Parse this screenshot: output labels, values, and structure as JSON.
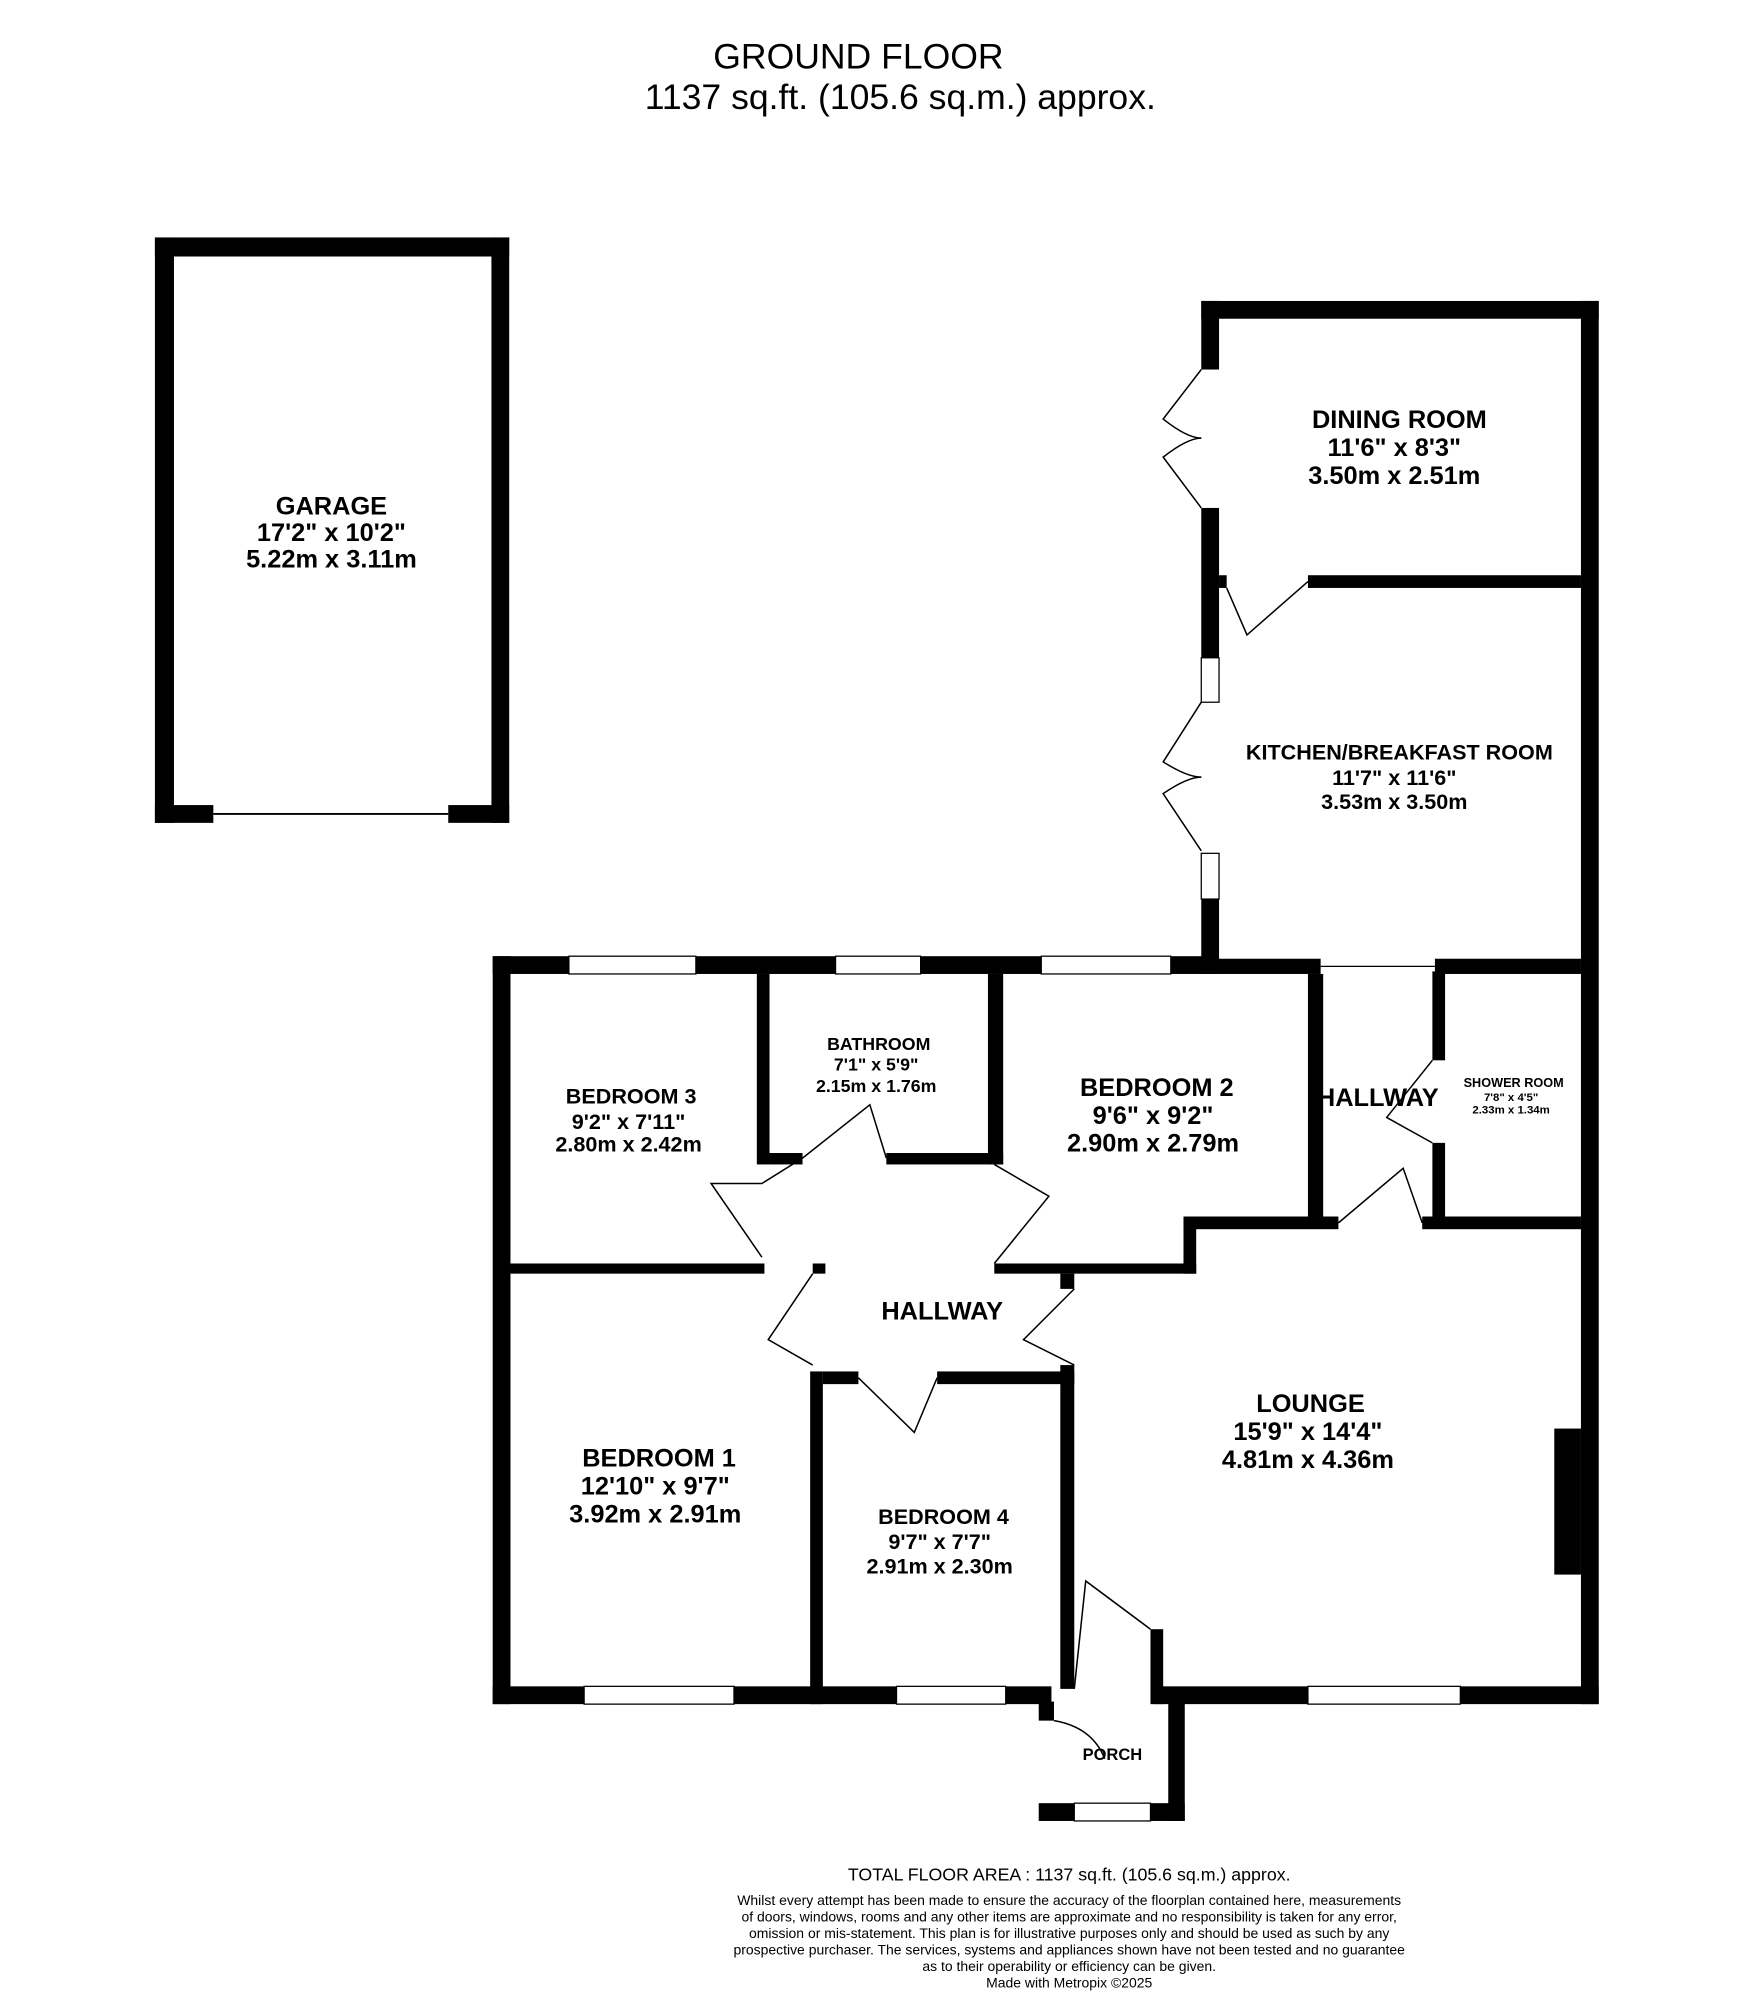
{
  "header": {
    "title": "GROUND FLOOR",
    "area": "1137 sq.ft. (105.6 sq.m.) approx."
  },
  "rooms": {
    "garage": {
      "name": "GARAGE",
      "imperial": "17'2\"  x 10'2\"",
      "metric": "5.22m  x 3.11m"
    },
    "dining": {
      "name": "DINING ROOM",
      "imperial": "11'6\"  x 8'3\"",
      "metric": "3.50m  x 2.51m"
    },
    "kitchen": {
      "name": "KITCHEN/BREAKFAST ROOM",
      "imperial": "11'7\"  x 11'6\"",
      "metric": "3.53m  x 3.50m"
    },
    "bathroom": {
      "name": "BATHROOM",
      "imperial": "7'1\"  x 5'9\"",
      "metric": "2.15m  x 1.76m"
    },
    "bedroom3": {
      "name": "BEDROOM 3",
      "imperial": "9'2\"  x 7'11\"",
      "metric": "2.80m  x 2.42m"
    },
    "bedroom2": {
      "name": "BEDROOM 2",
      "imperial": "9'6\"  x 9'2\"",
      "metric": "2.90m  x 2.79m"
    },
    "hallway_upper": {
      "name": "HALLWAY"
    },
    "shower": {
      "name": "SHOWER ROOM",
      "imperial": "7'8\"  x 4'5\"",
      "metric": "2.33m  x 1.34m"
    },
    "hallway": {
      "name": "HALLWAY"
    },
    "lounge": {
      "name": "LOUNGE",
      "imperial": "15'9\"  x 14'4\"",
      "metric": "4.81m  x 4.36m"
    },
    "bedroom1": {
      "name": "BEDROOM 1",
      "imperial": "12'10\"  x 9'7\"",
      "metric": "3.92m  x 2.91m"
    },
    "bedroom4": {
      "name": "BEDROOM 4",
      "imperial": "9'7\"  x 7'7\"",
      "metric": "2.91m  x 2.30m"
    },
    "porch": {
      "name": "PORCH"
    }
  },
  "footer": {
    "total": "TOTAL FLOOR AREA : 1137 sq.ft. (105.6 sq.m.) approx.",
    "disclaimer": [
      "Whilst every attempt has been made to ensure the accuracy of the floorplan contained here, measurements",
      "of doors, windows, rooms and any other items are approximate and no responsibility is taken for any error,",
      "omission or mis-statement. This plan is for illustrative purposes only and should be used as such by any",
      "prospective purchaser. The services, systems and appliances shown have not been tested and no guarantee",
      "as to their operability or efficiency can be given."
    ],
    "credit": "Made with Metropix ©2025"
  }
}
